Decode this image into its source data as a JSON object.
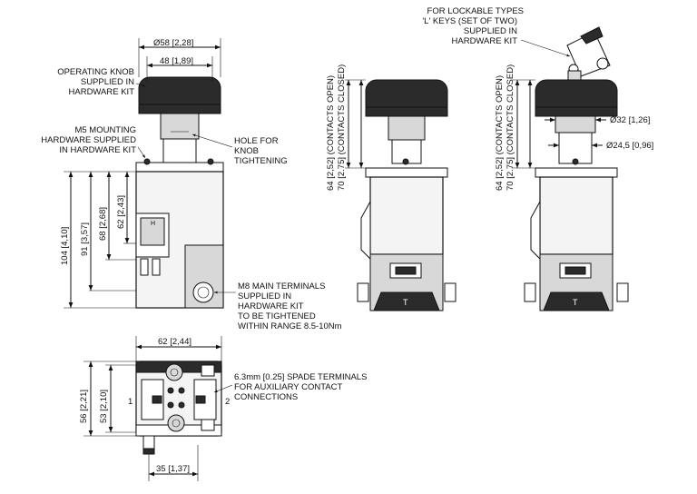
{
  "labels": {
    "operating_knob": [
      "OPERATING KNOB",
      "SUPPLIED IN",
      "HARDWARE KIT"
    ],
    "m5_mounting": [
      "M5 MOUNTING",
      "HARDWARE SUPPLIED",
      "IN HARDWARE KIT"
    ],
    "hole_knob": [
      "HOLE FOR",
      "KNOB",
      "TIGHTENING"
    ],
    "m8_terminals": [
      "M8 MAIN TERMINALS",
      "SUPPLIED IN",
      "HARDWARE KIT",
      "TO BE TIGHTENED",
      "WITHIN RANGE 8.5-10Nm"
    ],
    "lockable": [
      "FOR LOCKABLE TYPES",
      "'L' KEYS (SET OF TWO)",
      "SUPPLIED IN",
      "HARDWARE KIT"
    ],
    "spade": [
      "6.3mm [0.25] SPADE TERMINALS",
      "FOR AUXILIARY CONTACT",
      "CONNECTIONS"
    ]
  },
  "dims": {
    "d58": "Ø58",
    "d58_in": "2,28",
    "d48": "48",
    "d48_in": "1,89",
    "d104": "104",
    "d104_in": "4,10",
    "d91": "91",
    "d91_in": "3,57",
    "d68": "68",
    "d68_in": "2,68",
    "d62v": "62",
    "d62v_in": "2,43",
    "c64_a": "64",
    "c64_a_in": "2,52",
    "c64_a_txt": "(CONTACTS OPEN)",
    "c70_a": "70",
    "c70_a_in": "2.75",
    "c70_a_txt": "(CONTACTS CLOSED)",
    "c64_b": "64",
    "c64_b_in": "2,52",
    "c64_b_txt": "(CONTACTS OPEN)",
    "c70_b": "70",
    "c70_b_in": "2.75",
    "c70_b_txt": "(CONTACTS CLOSED)",
    "d32": "Ø32",
    "d32_in": "1,26",
    "d245": "Ø24,5",
    "d245_in": "0,96",
    "d62h": "62",
    "d62h_in": "2,44",
    "d56": "56",
    "d56_in": "2,21",
    "d53": "53",
    "d53_in": "2,10",
    "d35": "35",
    "d35_in": "1,37",
    "term1": "1",
    "term2": "2"
  }
}
